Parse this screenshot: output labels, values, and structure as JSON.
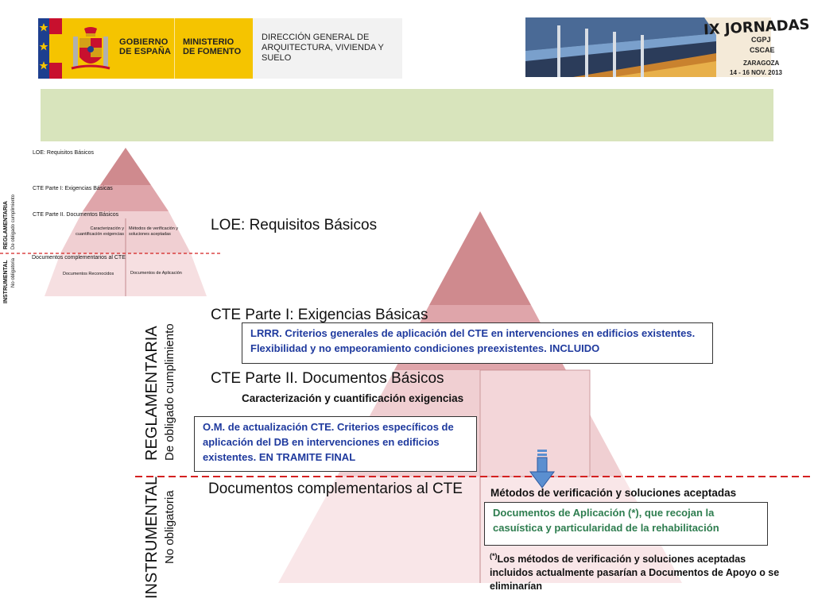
{
  "header": {
    "gov_name": "GOBIERNO DE ESPAÑA",
    "gov_line1": "GOBIERNO",
    "gov_line2": "DE ESPAÑA",
    "ministry_line1": "MINISTERIO",
    "ministry_line2": "DE FOMENTO",
    "directorate": "DIRECCIÓN GENERAL DE ARQUITECTURA, VIVIENDA Y SUELO",
    "event_title": "IX JORNADAS",
    "event_org1": "CGPJ",
    "event_org2": "CSCAE",
    "event_city": "ZARAGOZA",
    "event_dates": "14 - 16 NOV. 2013"
  },
  "colors": {
    "pyramid_top": "#cf8a8e",
    "pyramid_mid": "#dfa5aa",
    "pyramid_base": "#f6dfe1",
    "pyramid_low": "#f9e6e8",
    "band": "#d8e4bc",
    "dashed_line": "#d42020",
    "box_text_blue": "#1f3a9e",
    "box_text_green": "#2e7d4f",
    "arrow": "#5b8fd0"
  },
  "small_diagram": {
    "level1": "LOE: Requisitos Básicos",
    "level2": "CTE Parte I: Exigencias Básicas",
    "level3": "CTE Parte II. Documentos Básicos",
    "level3_left": "Caracterización y cuantificación exigencias",
    "level3_right": "Métodos de verificación y soluciones aceptadas",
    "level4": "Documentos complementarios al CTE",
    "level4_left": "Documentos Reconocidos",
    "level4_right": "Documentos de Aplicación",
    "side_regl": "REGLAMENTARIA",
    "side_regl_sub": "De obligado cumplimiento",
    "side_instr": "INSTRUMENTAL",
    "side_instr_sub": "No obligatoria"
  },
  "main_diagram": {
    "level1": "LOE: Requisitos Básicos",
    "level2": "CTE Parte I: Exigencias Básicas",
    "box_lrrr": "LRRR.  Criterios generales de aplicación del CTE en intervenciones en edificios existentes. Flexibilidad y no empeoramiento condiciones preexistentes. INCLUIDO",
    "level3": "CTE Parte II. Documentos Básicos",
    "level3_sub": "Caracterización y cuantificación exigencias",
    "box_om": "O.M. de actualización CTE.  Criterios específicos de aplicación del DB en intervenciones en edificios existentes. EN TRAMITE FINAL",
    "level4": "Documentos complementarios al CTE",
    "methods": "Métodos de verificación y soluciones aceptadas",
    "box_da": "Documentos de Aplicación (*), que recojan la casuística y particularidad de la rehabilitación",
    "footnote_mark": "(*)",
    "footnote": "Los métodos de verificación y soluciones aceptadas incluidos actualmente pasarían a Documentos de Apoyo o se eliminarían",
    "side_regl": "REGLAMENTARIA",
    "side_regl_sub": "De obligado cumplimiento",
    "side_instr": "INSTRUMENTAL",
    "side_instr_sub": "No obligatoria"
  }
}
